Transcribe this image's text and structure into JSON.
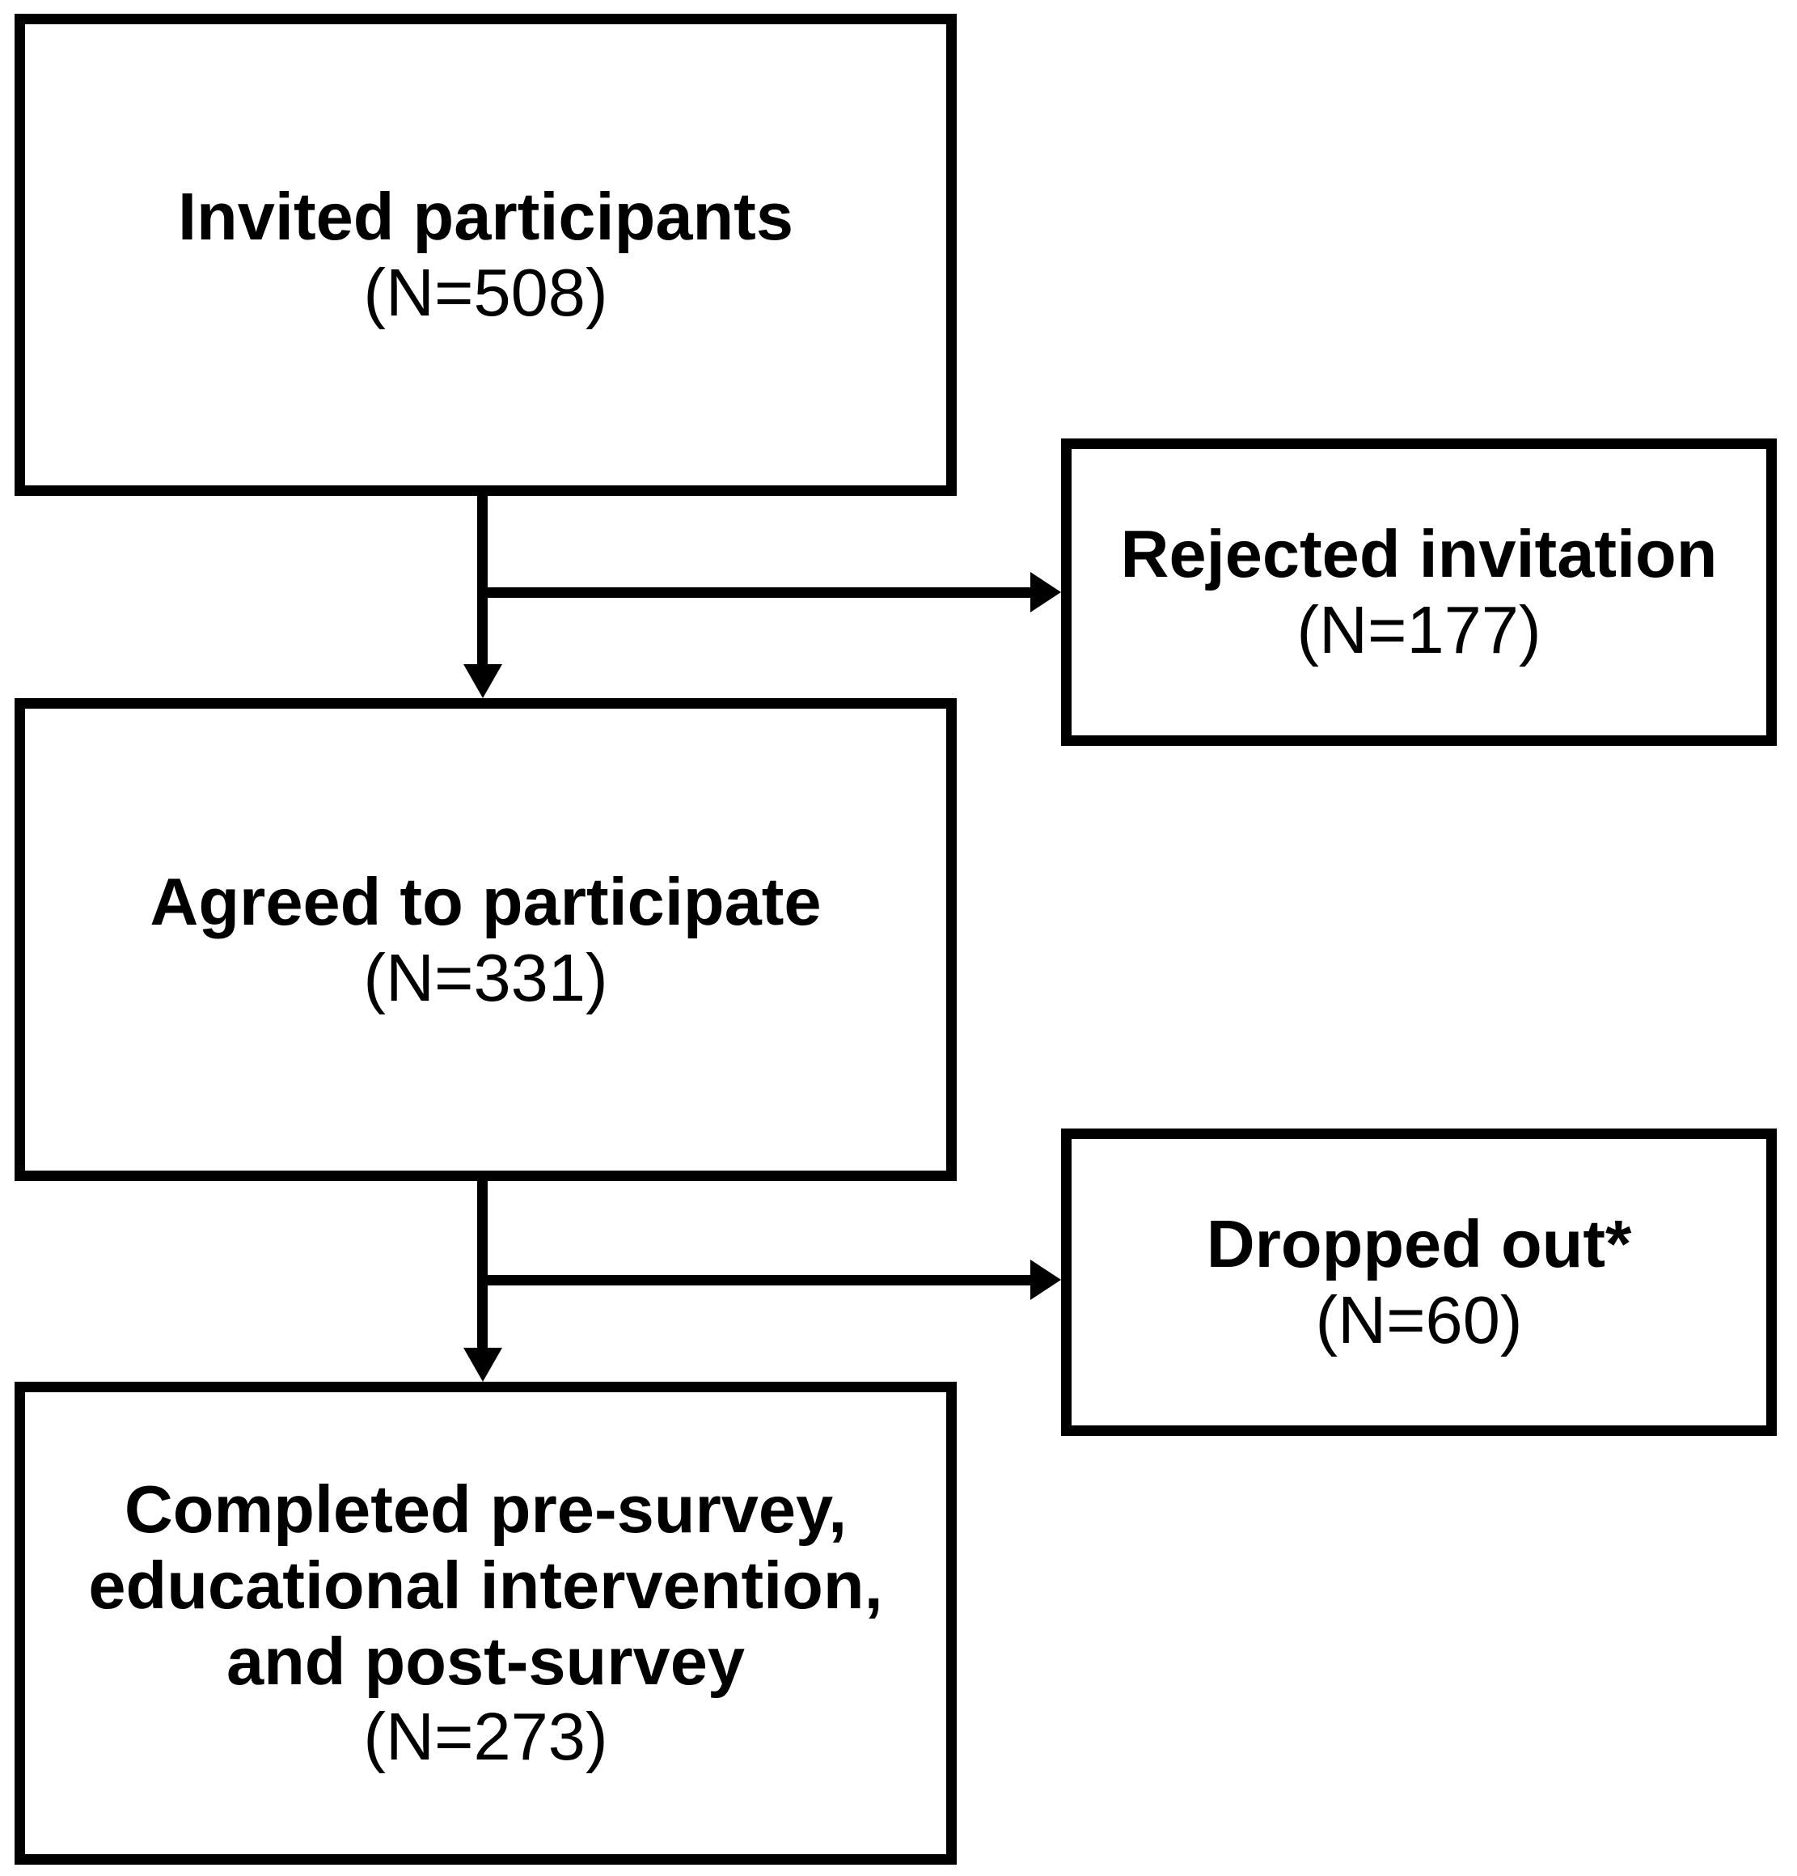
{
  "diagram": {
    "type": "participant-flow-chart",
    "background_color": "#ffffff",
    "line_color": "#000000",
    "boxes": {
      "invited": {
        "title": "Invited participants",
        "n": "(N=508)"
      },
      "rejected": {
        "title": "Rejected invitation",
        "n": "(N=177)"
      },
      "agreed": {
        "title": "Agreed to participate",
        "n": "(N=331)"
      },
      "dropped": {
        "title": "Dropped out*",
        "n": "(N=60)"
      },
      "completed": {
        "title_lines": [
          "Completed pre-survey,",
          "educational intervention,",
          "and post-survey"
        ],
        "n": "(N=273)"
      }
    },
    "flow": [
      "invited -> agreed",
      "invited -> rejected",
      "agreed -> completed",
      "agreed -> dropped"
    ]
  }
}
